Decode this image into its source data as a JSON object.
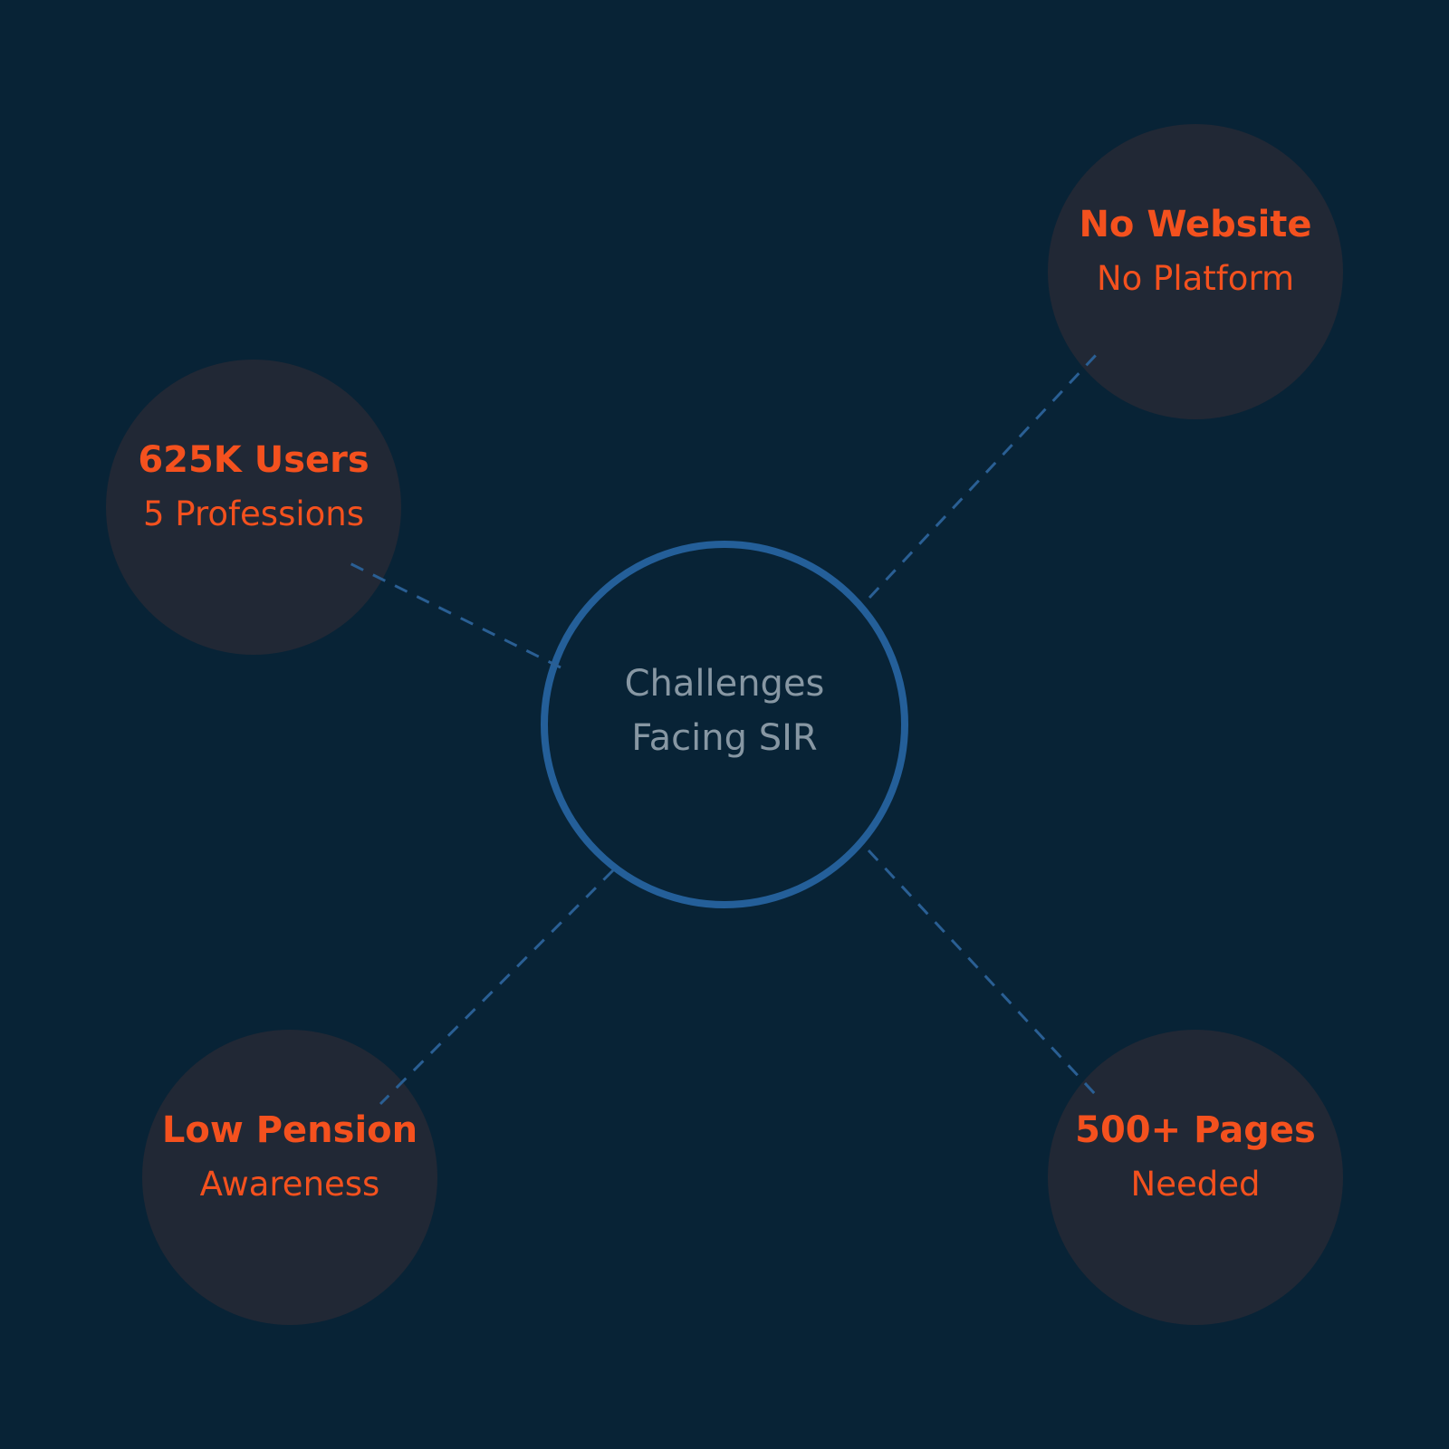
{
  "center": {
    "line1": "Challenges",
    "line2": "Facing SIR"
  },
  "nodes": [
    {
      "title": "No Website",
      "subtitle": "No Platform"
    },
    {
      "title": "625K Users",
      "subtitle": "5 Professions"
    },
    {
      "title": "Low Pension",
      "subtitle": "Awareness"
    },
    {
      "title": "500+ Pages",
      "subtitle": "Needed"
    }
  ],
  "colors": {
    "background": "#082336",
    "node": "#212835",
    "accent": "#f4511e",
    "connector": "#2a5f94",
    "center_border": "#245f99",
    "center_text": "#8797a3"
  }
}
